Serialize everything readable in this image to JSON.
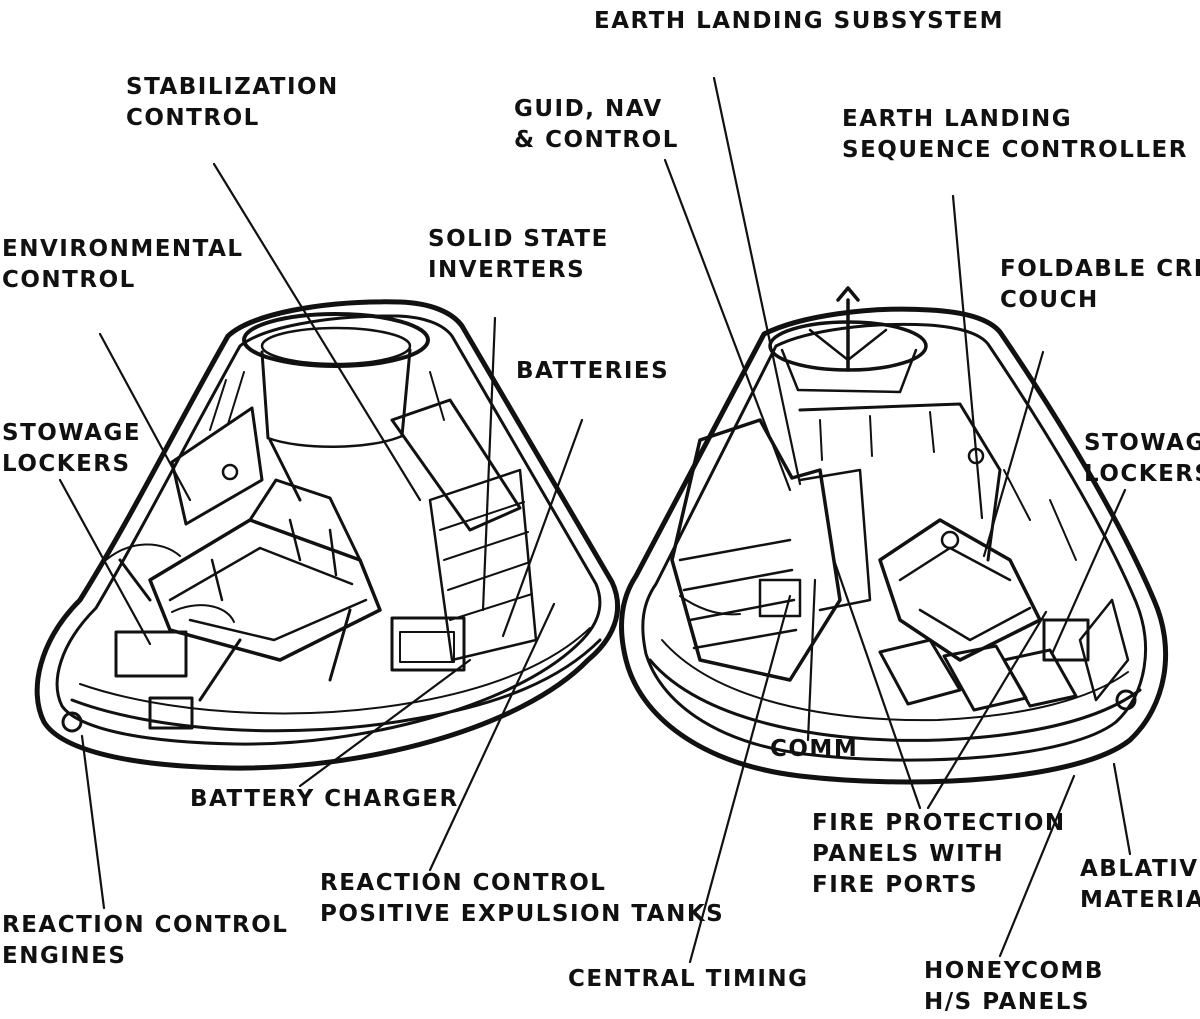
{
  "diagram": {
    "labels": [
      {
        "id": "earth-landing-subsystem",
        "lines": [
          "EARTH LANDING SUBSYSTEM"
        ]
      },
      {
        "id": "stabilization-control",
        "lines": [
          "STABILIZATION",
          "CONTROL"
        ]
      },
      {
        "id": "guid-nav-control",
        "lines": [
          "GUID, NAV",
          "& CONTROL"
        ]
      },
      {
        "id": "earth-landing-sequence-controller",
        "lines": [
          "EARTH LANDING",
          "SEQUENCE CONTROLLER"
        ]
      },
      {
        "id": "environmental-control",
        "lines": [
          "ENVIRONMENTAL",
          "CONTROL"
        ]
      },
      {
        "id": "solid-state-inverters",
        "lines": [
          "SOLID STATE",
          "INVERTERS"
        ]
      },
      {
        "id": "foldable-crew-couch",
        "lines": [
          "FOLDABLE CREW",
          "COUCH"
        ]
      },
      {
        "id": "batteries",
        "lines": [
          "BATTERIES"
        ]
      },
      {
        "id": "stowage-lockers-left",
        "lines": [
          "STOWAGE",
          "LOCKERS"
        ]
      },
      {
        "id": "stowage-lockers-right",
        "lines": [
          "STOWAGE",
          "LOCKERS"
        ]
      },
      {
        "id": "comm",
        "lines": [
          "COMM"
        ]
      },
      {
        "id": "battery-charger",
        "lines": [
          "BATTERY CHARGER"
        ]
      },
      {
        "id": "fire-protection-panels",
        "lines": [
          "FIRE PROTECTION",
          "PANELS WITH",
          "FIRE PORTS"
        ]
      },
      {
        "id": "ablative-material",
        "lines": [
          "ABLATIVE",
          "MATERIAL"
        ]
      },
      {
        "id": "reaction-control-tanks",
        "lines": [
          "REACTION CONTROL",
          "POSITIVE EXPULSION TANKS"
        ]
      },
      {
        "id": "reaction-control-engines",
        "lines": [
          "REACTION CONTROL",
          "ENGINES"
        ]
      },
      {
        "id": "central-timing",
        "lines": [
          "CENTRAL TIMING"
        ]
      },
      {
        "id": "honeycomb-hs-panels",
        "lines": [
          "HONEYCOMB",
          "H/S PANELS"
        ]
      }
    ]
  }
}
